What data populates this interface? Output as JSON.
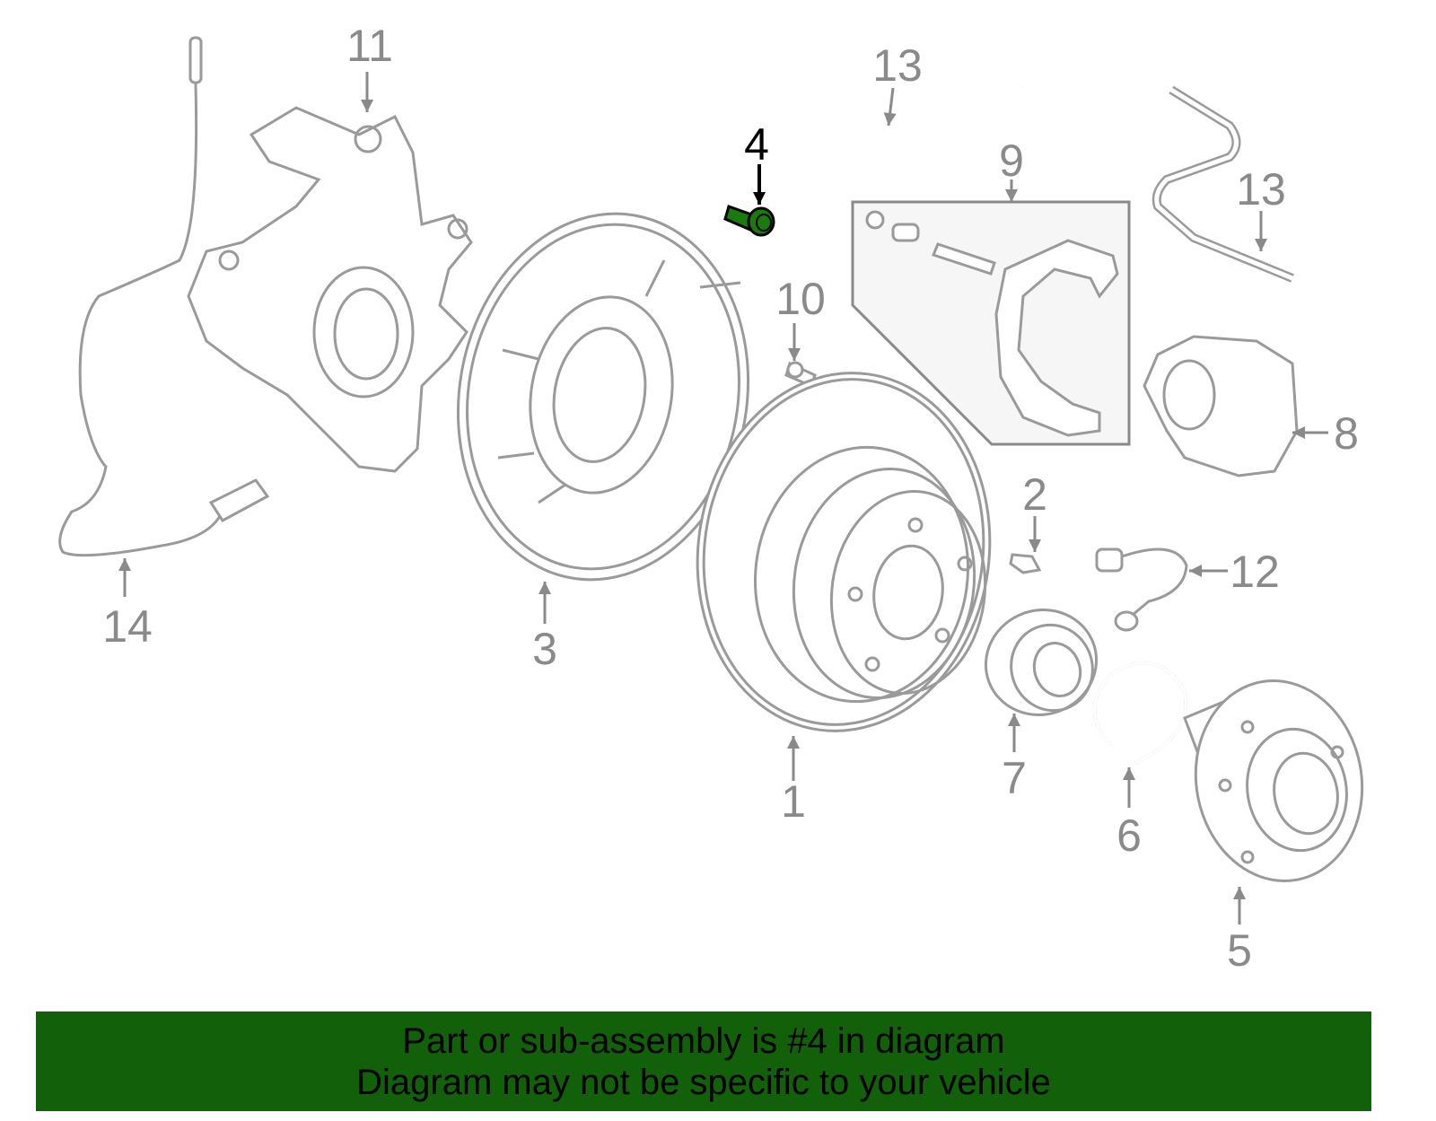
{
  "diagram": {
    "highlighted_part": "4",
    "highlight_color": "#1a7a0e",
    "callouts": [
      "1",
      "2",
      "3",
      "4",
      "5",
      "6",
      "7",
      "8",
      "9",
      "10",
      "11",
      "12",
      "13",
      "13",
      "14"
    ]
  },
  "banner": {
    "line1": "Part or sub-assembly is #4 in diagram",
    "line2": "Diagram may not be specific to your vehicle",
    "background": "#12600a"
  }
}
